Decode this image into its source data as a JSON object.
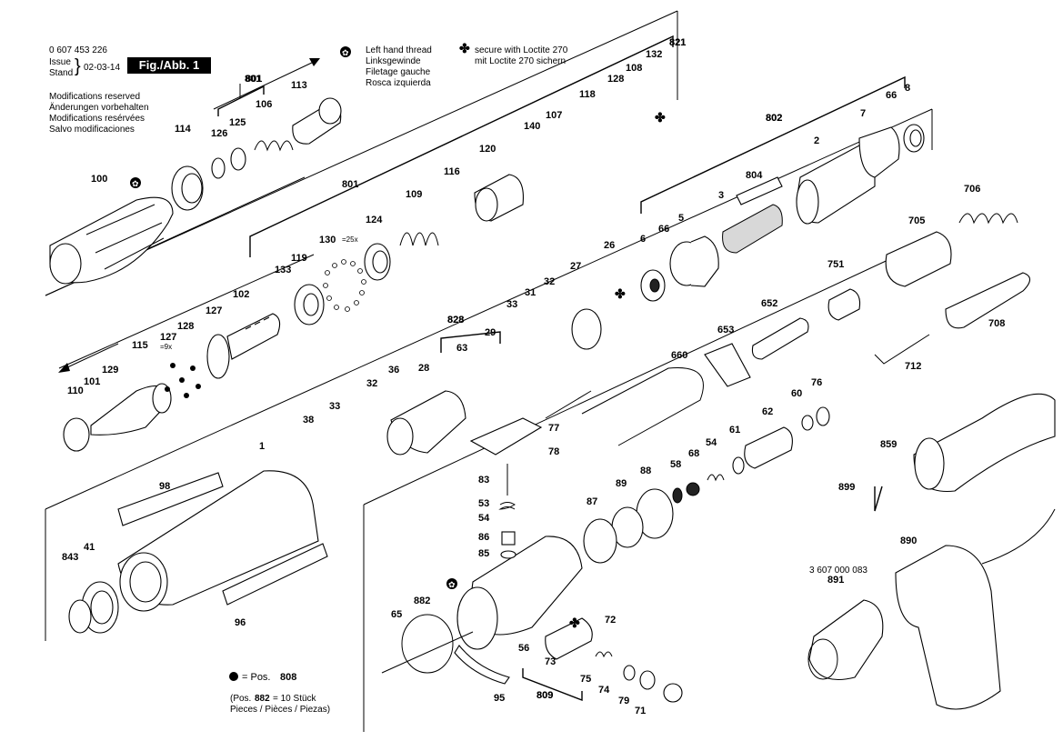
{
  "header": {
    "part_number": "0 607 453 226",
    "issue_label": "Issue",
    "stand_label": "Stand",
    "date": "02-03-14",
    "figure": "Fig./Abb. 1",
    "modifications": [
      "Modifications reserved",
      "Änderungen vorbehalten",
      "Modifications resérvées",
      "Salvo modificaciones"
    ],
    "left_thread": [
      "Left hand thread",
      "Linksgewinde",
      "Filetage gauche",
      "Rosca izquierda"
    ],
    "loctite": [
      "secure with Loctite 270",
      "mit Loctite 270 sichern"
    ]
  },
  "legend": {
    "dot_text": "= Pos.",
    "dot_pos": "808",
    "note_prefix": "(Pos.",
    "note_pos": "882",
    "note_suffix": "= 10 Stück",
    "note_line2": "Pieces / Pièces / Piezas)"
  },
  "accessory_number": "3 607 000 083",
  "bracket_labels": {
    "b801a": "801",
    "b821": "821",
    "b802": "802",
    "b801b": "801",
    "b828": "828",
    "b809": "809"
  },
  "part_labels": [
    "100",
    "114",
    "126",
    "125",
    "106",
    "113",
    "801",
    "140",
    "107",
    "118",
    "128",
    "108",
    "132",
    "821",
    "120",
    "116",
    "109",
    "124",
    "130",
    "133",
    "119",
    "102",
    "127",
    "128",
    "127",
    "115",
    "129",
    "101",
    "110",
    "802",
    "2",
    "7",
    "66",
    "8",
    "804",
    "3",
    "5",
    "66",
    "6",
    "26",
    "33",
    "31",
    "32",
    "27",
    "29",
    "63",
    "828",
    "28",
    "36",
    "32",
    "33",
    "38",
    "1",
    "98",
    "96",
    "843",
    "41",
    "706",
    "705",
    "751",
    "652",
    "653",
    "708",
    "712",
    "660",
    "62",
    "60",
    "76",
    "61",
    "54",
    "68",
    "58",
    "89",
    "88",
    "87",
    "83",
    "53",
    "54",
    "86",
    "85",
    "77",
    "78",
    "882",
    "65",
    "56",
    "73",
    "72",
    "75",
    "74",
    "79",
    "71",
    "95",
    "809",
    "859",
    "899",
    "890",
    "891"
  ],
  "annotations": {
    "scale_130": "=25x",
    "scale_127": "=9x"
  }
}
